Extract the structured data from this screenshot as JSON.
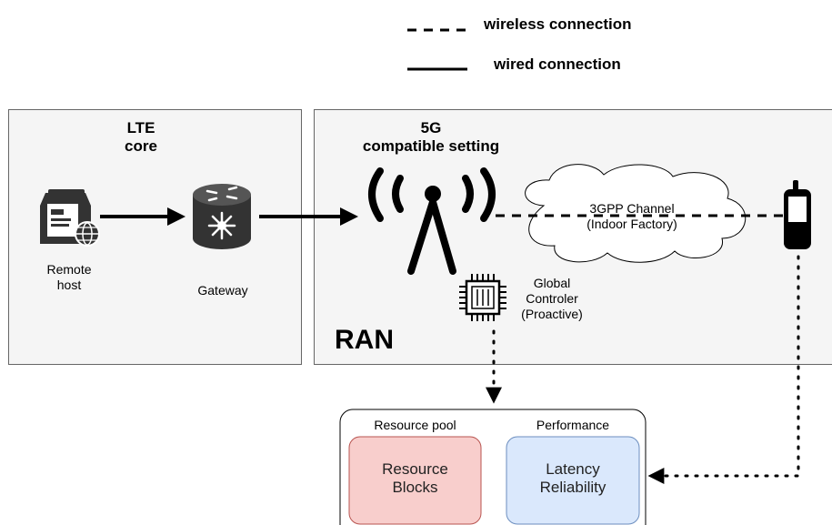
{
  "legend": {
    "wireless_label": "wireless connection",
    "wired_label": "wired connection"
  },
  "lte_core": {
    "title": "LTE\ncore",
    "remote_host_label": "Remote\nhost",
    "gateway_label": "Gateway"
  },
  "ran": {
    "setting_title": "5G\ncompatible setting",
    "channel_label": "3GPP Channel\n(Indoor Factory)",
    "controller_label": "Global\nControler\n(Proactive)",
    "ran_label": "RAN"
  },
  "bottom": {
    "resource_pool_label": "Resource pool",
    "performance_label": "Performance",
    "resource_blocks_label": "Resource\nBlocks",
    "latency_label": "Latency\nReliability"
  },
  "colors": {
    "panel_bg": "#f5f5f5",
    "resource_fill": "#f8cecc",
    "resource_stroke": "#b85450",
    "perf_fill": "#dae8fc",
    "perf_stroke": "#6c8ebf"
  },
  "icons": {
    "remote_host": "server-globe-icon",
    "gateway": "router-icon",
    "antenna": "antenna-icon",
    "phone": "mobile-phone-icon",
    "controller": "chip-icon"
  }
}
